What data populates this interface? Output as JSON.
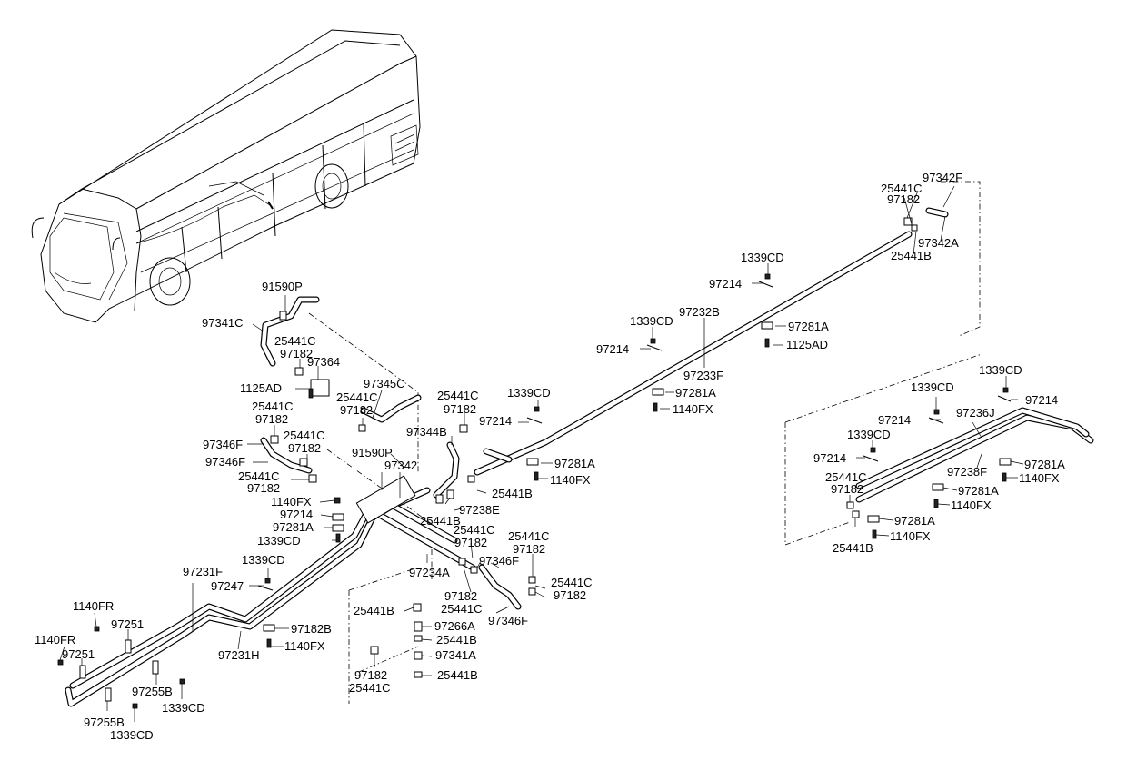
{
  "labels": [
    {
      "id": "l1",
      "text": "97342F"
    },
    {
      "id": "l2",
      "text": "25441C"
    },
    {
      "id": "l3",
      "text": "97182"
    },
    {
      "id": "l4",
      "text": "97342A"
    },
    {
      "id": "l5",
      "text": "25441B"
    },
    {
      "id": "l6",
      "text": "1339CD"
    },
    {
      "id": "l7",
      "text": "97214"
    },
    {
      "id": "l8",
      "text": "97232B"
    },
    {
      "id": "l9",
      "text": "1339CD"
    },
    {
      "id": "l10",
      "text": "97281A"
    },
    {
      "id": "l11",
      "text": "97214"
    },
    {
      "id": "l12",
      "text": "1125AD"
    },
    {
      "id": "l13",
      "text": "97233F"
    },
    {
      "id": "l14",
      "text": "97281A"
    },
    {
      "id": "l15",
      "text": "1140FX"
    },
    {
      "id": "l16",
      "text": "25441C"
    },
    {
      "id": "l17",
      "text": "1339CD"
    },
    {
      "id": "l18",
      "text": "97182"
    },
    {
      "id": "l19",
      "text": "97214"
    },
    {
      "id": "l20",
      "text": "97281A"
    },
    {
      "id": "l21",
      "text": "1140FX"
    },
    {
      "id": "l22",
      "text": "25441B"
    },
    {
      "id": "l23",
      "text": "91590P"
    },
    {
      "id": "l24",
      "text": "97341C"
    },
    {
      "id": "l25",
      "text": "25441C"
    },
    {
      "id": "l26",
      "text": "97182"
    },
    {
      "id": "l27",
      "text": "97364"
    },
    {
      "id": "l28",
      "text": "1125AD"
    },
    {
      "id": "l29",
      "text": "97345C"
    },
    {
      "id": "l30",
      "text": "25441C"
    },
    {
      "id": "l31",
      "text": "97182"
    },
    {
      "id": "l32",
      "text": "25441C"
    },
    {
      "id": "l33",
      "text": "97182"
    },
    {
      "id": "l34",
      "text": "97346F"
    },
    {
      "id": "l35",
      "text": "25441C"
    },
    {
      "id": "l36",
      "text": "97182"
    },
    {
      "id": "l37",
      "text": "97344B"
    },
    {
      "id": "l38",
      "text": "97346F"
    },
    {
      "id": "l39",
      "text": "91590P"
    },
    {
      "id": "l40",
      "text": "25441C"
    },
    {
      "id": "l41",
      "text": "97342"
    },
    {
      "id": "l42",
      "text": "97182"
    },
    {
      "id": "l43",
      "text": "97238E"
    },
    {
      "id": "l44",
      "text": "1140FX"
    },
    {
      "id": "l45",
      "text": "97214"
    },
    {
      "id": "l46",
      "text": "25441B"
    },
    {
      "id": "l47",
      "text": "97281A"
    },
    {
      "id": "l48",
      "text": "25441C"
    },
    {
      "id": "l49",
      "text": "1339CD"
    },
    {
      "id": "l50",
      "text": "97182"
    },
    {
      "id": "l51",
      "text": "25441C"
    },
    {
      "id": "l52",
      "text": "97182"
    },
    {
      "id": "l53",
      "text": "1339CD"
    },
    {
      "id": "l54",
      "text": "97234A"
    },
    {
      "id": "l55",
      "text": "97346F"
    },
    {
      "id": "l56",
      "text": "97231F"
    },
    {
      "id": "l57",
      "text": "97247"
    },
    {
      "id": "l58",
      "text": "25441C"
    },
    {
      "id": "l59",
      "text": "97182"
    },
    {
      "id": "l60",
      "text": "97182"
    },
    {
      "id": "l61",
      "text": "25441C"
    },
    {
      "id": "l62",
      "text": "1140FR"
    },
    {
      "id": "l63",
      "text": "97251"
    },
    {
      "id": "l64",
      "text": "25441B"
    },
    {
      "id": "l65",
      "text": "97266A"
    },
    {
      "id": "l66",
      "text": "97346F"
    },
    {
      "id": "l67",
      "text": "97182B"
    },
    {
      "id": "l68",
      "text": "25441B"
    },
    {
      "id": "l69",
      "text": "1140FR"
    },
    {
      "id": "l70",
      "text": "97231H"
    },
    {
      "id": "l71",
      "text": "1140FX"
    },
    {
      "id": "l72",
      "text": "97251"
    },
    {
      "id": "l73",
      "text": "97341A"
    },
    {
      "id": "l74",
      "text": "97182"
    },
    {
      "id": "l75",
      "text": "25441B"
    },
    {
      "id": "l76",
      "text": "97255B"
    },
    {
      "id": "l77",
      "text": "1339CD"
    },
    {
      "id": "l78",
      "text": "25441C"
    },
    {
      "id": "l79",
      "text": "97255B"
    },
    {
      "id": "l80",
      "text": "1339CD"
    },
    {
      "id": "l81",
      "text": "1339CD"
    },
    {
      "id": "l82",
      "text": "1339CD"
    },
    {
      "id": "l83",
      "text": "97214"
    },
    {
      "id": "l84",
      "text": "97214"
    },
    {
      "id": "l85",
      "text": "97236J"
    },
    {
      "id": "l86",
      "text": "1339CD"
    },
    {
      "id": "l87",
      "text": "97214"
    },
    {
      "id": "l88",
      "text": "97238F"
    },
    {
      "id": "l89",
      "text": "97281A"
    },
    {
      "id": "l90",
      "text": "25441C"
    },
    {
      "id": "l91",
      "text": "1140FX"
    },
    {
      "id": "l92",
      "text": "97182"
    },
    {
      "id": "l93",
      "text": "97281A"
    },
    {
      "id": "l94",
      "text": "1140FX"
    },
    {
      "id": "l95",
      "text": "97281A"
    },
    {
      "id": "l96",
      "text": "1140FX"
    },
    {
      "id": "l97",
      "text": "25441B"
    }
  ]
}
